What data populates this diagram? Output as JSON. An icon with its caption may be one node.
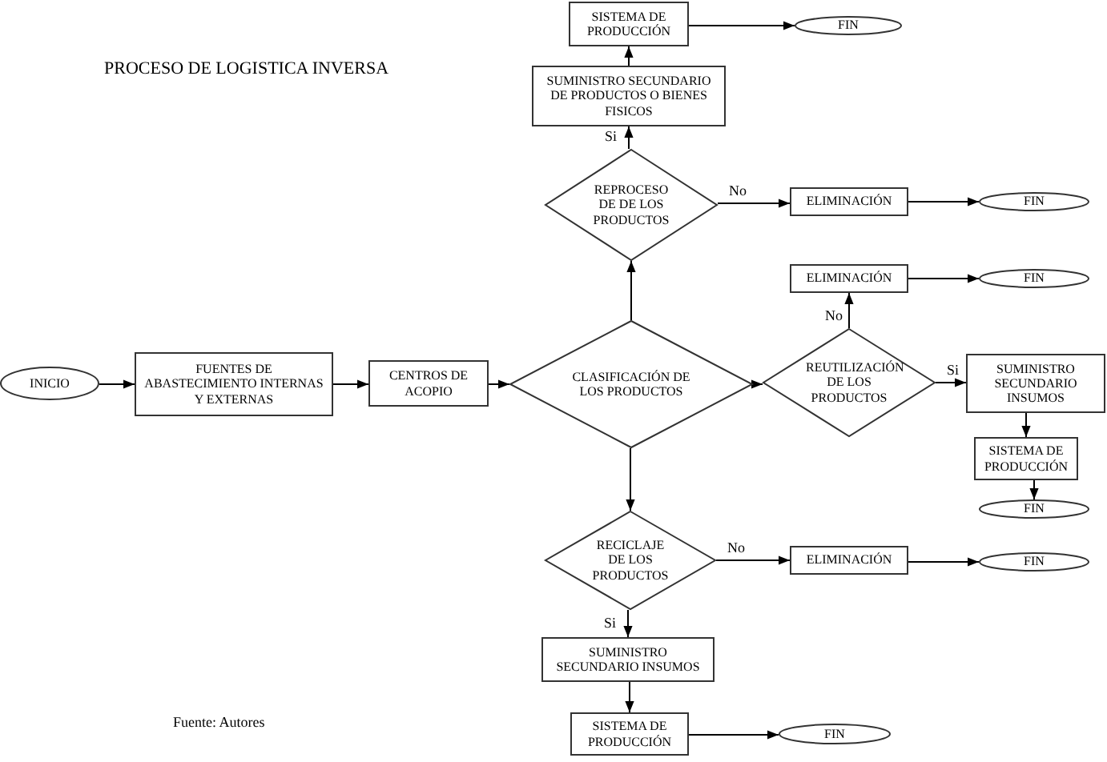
{
  "diagram": {
    "title": "PROCESO DE LOGISTICA INVERSA",
    "nodes": [
      {
        "text": [
          "INICIO"
        ]
      },
      {
        "text": [
          "FUENTES DE ABASTECIMIENTO INTERNAS Y EXTERNAS"
        ]
      },
      {
        "text": [
          "CENTROS DE ACOPIO"
        ]
      },
      {
        "text": [
          "CLASIFICACIÓN DE LOS PRODUCTOS"
        ]
      },
      {
        "text": [
          "REPROCESO DE DE LOS PRODUCTOS"
        ]
      },
      {
        "text": [
          "SUMINISTRO SECUNDARIO DE PRODUCTOS O BIENES FISICOS"
        ]
      },
      {
        "text": [
          "SISTEMA DE PRODUCCIÓN"
        ]
      },
      {
        "text": [
          "FIN"
        ]
      },
      {
        "text": [
          "ELIMINACIÓN"
        ]
      },
      {
        "text": [
          "FIN"
        ]
      },
      {
        "text": [
          "REUTILIZACIÓN DE LOS PRODUCTOS"
        ]
      },
      {
        "text": [
          "ELIMINACIÓN"
        ]
      },
      {
        "text": [
          "FIN"
        ]
      },
      {
        "text": [
          "SUMINISTRO SECUNDARIO INSUMOS"
        ]
      },
      {
        "text": [
          "SISTEMA DE PRODUCCIÓN"
        ]
      },
      {
        "text": [
          "FIN"
        ]
      },
      {
        "text": [
          "RECICLAJE DE LOS PRODUCTOS"
        ]
      },
      {
        "text": [
          "ELIMINACIÓN"
        ]
      },
      {
        "text": [
          "FIN"
        ]
      },
      {
        "text": [
          "SUMINISTRO SECUNDARIO INSUMOS"
        ]
      },
      {
        "text": [
          "SISTEMA DE PRODUCCIÓN"
        ]
      },
      {
        "text": [
          "FIN"
        ]
      }
    ],
    "edges": [
      {
        "from": 0,
        "to": 1,
        "arrow": "to"
      },
      {
        "from": 1,
        "to": 2,
        "arrow": "to"
      },
      {
        "from": 2,
        "to": 3,
        "arrow": "to"
      },
      {
        "from": 3,
        "to": 4,
        "arrow": "to"
      },
      {
        "from": 4,
        "to": 5,
        "arrow": "to",
        "label": "Si"
      },
      {
        "from": 5,
        "to": 6,
        "arrow": "to"
      },
      {
        "from": 6,
        "to": 7,
        "arrow": "to"
      },
      {
        "from": 4,
        "to": 8,
        "arrow": "to",
        "label": "No"
      },
      {
        "from": 8,
        "to": 9,
        "arrow": "to"
      },
      {
        "from": 3,
        "to": 10,
        "arrow": "to"
      },
      {
        "from": 10,
        "to": 11,
        "arrow": "to",
        "label": "No"
      },
      {
        "from": 11,
        "to": 12,
        "arrow": "to"
      },
      {
        "from": 10,
        "to": 13,
        "arrow": "to",
        "label": "Si"
      },
      {
        "from": 13,
        "to": 14,
        "arrow": "to"
      },
      {
        "from": 14,
        "to": 15,
        "arrow": "to"
      },
      {
        "from": 3,
        "to": 16,
        "arrow": "to"
      },
      {
        "from": 16,
        "to": 17,
        "arrow": "to",
        "label": "No"
      },
      {
        "from": 17,
        "to": 18,
        "arrow": "to"
      },
      {
        "from": 16,
        "to": 19,
        "arrow": "to",
        "label": "Si"
      },
      {
        "from": 19,
        "to": 20,
        "arrow": "to"
      },
      {
        "from": 20,
        "to": 21,
        "arrow": "to"
      }
    ],
    "labels": [
      "Fuente: Autores"
    ]
  }
}
